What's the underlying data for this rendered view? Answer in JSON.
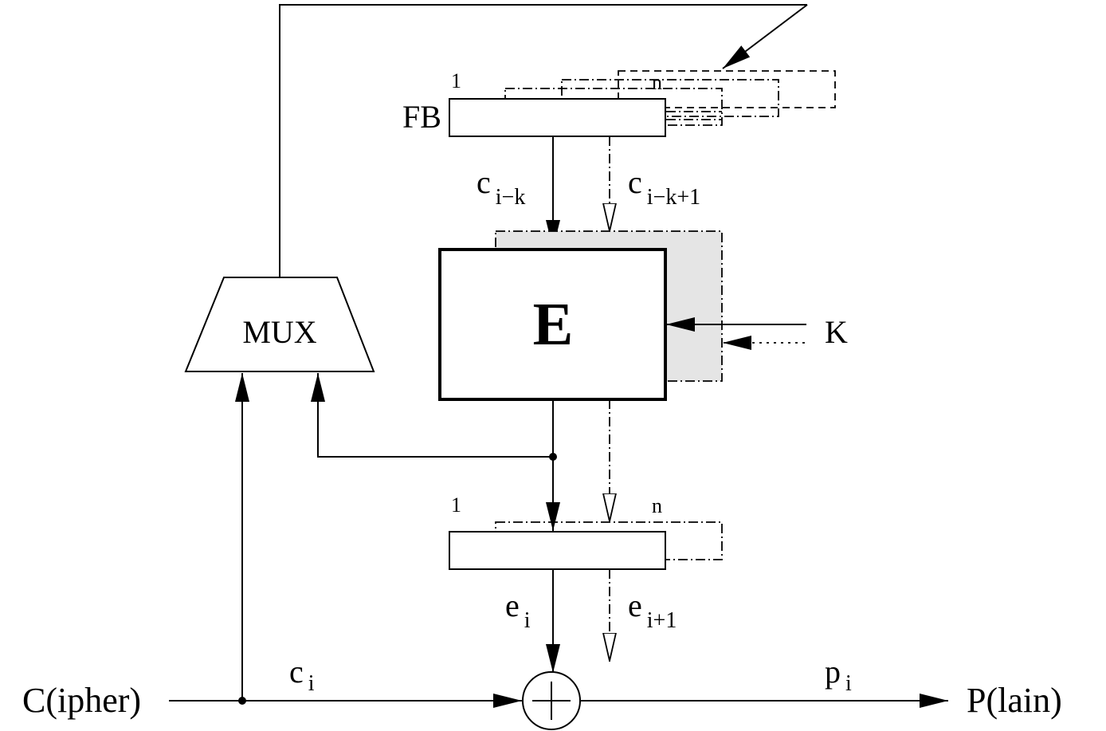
{
  "labels": {
    "fb": "FB",
    "fb_index_first": "1",
    "fb_index_last": "n",
    "mux": "MUX",
    "e_block": "E",
    "key": "K",
    "c_fb_base": "c",
    "c_fb_sub": "i−k",
    "c_next_base": "c",
    "c_next_sub": "i−k+1",
    "out_index_first": "1",
    "out_index_last": "n",
    "e_base": "e",
    "e_sub": "i",
    "e_next_base": "e",
    "e_next_sub": "i+1",
    "input": "C(ipher)",
    "output": "P(lain)",
    "c_in_base": "c",
    "c_in_sub": "i",
    "p_base": "p",
    "p_sub": "i"
  },
  "colors": {
    "line": "#000000",
    "shadow_fill": "#e5e5e5",
    "background": "#ffffff"
  }
}
